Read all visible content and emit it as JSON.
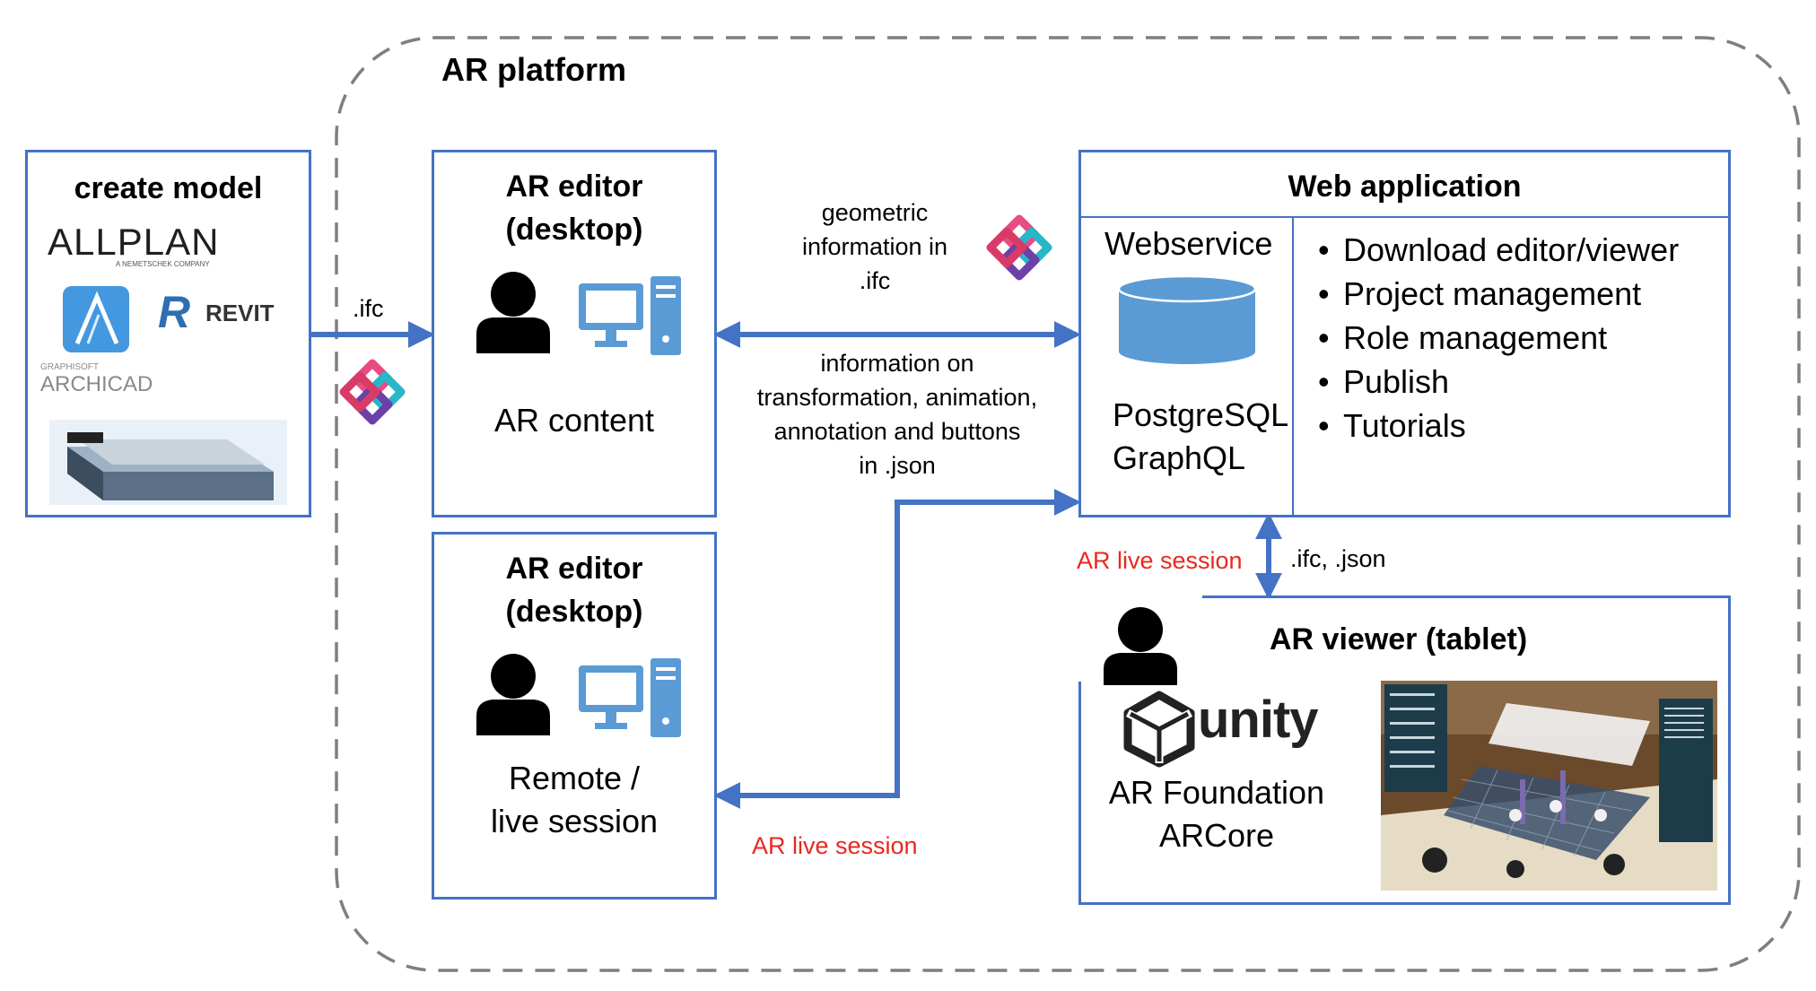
{
  "platform": {
    "title": "AR platform"
  },
  "create_model": {
    "title": "create model",
    "logos": {
      "allplan": "ALLPLAN",
      "allplan_sub": "A NEMETSCHEK COMPANY",
      "revit": "REVIT",
      "revit_letter": "R",
      "archicad_sub": "GRAPHISOFT",
      "archicad": "ARCHICAD"
    }
  },
  "editor_top": {
    "title_line1": "AR editor",
    "title_line2": "(desktop)",
    "body": "AR content"
  },
  "editor_bottom": {
    "title_line1": "AR editor",
    "title_line2": "(desktop)",
    "body_line1": "Remote /",
    "body_line2": "live session"
  },
  "web_app": {
    "title": "Web application",
    "webservice": "Webservice",
    "db_line1": "PostgreSQL",
    "db_line2": "GraphQL",
    "features": [
      "Download editor/viewer",
      "Project management",
      "Role management",
      "Publish",
      "Tutorials"
    ]
  },
  "viewer": {
    "title": "AR viewer (tablet)",
    "unity": "unity",
    "foundation_line1": "AR Foundation",
    "foundation_line2": "ARCore"
  },
  "arrows": {
    "ifc": ".ifc",
    "geo_line1": "geometric",
    "geo_line2": "information in",
    "geo_line3": ".ifc",
    "info_line1": "information on",
    "info_line2": "transformation, animation,",
    "info_line3": "annotation and buttons",
    "info_line4": "in .json",
    "live_bottom": "AR live session",
    "live_right": "AR live session",
    "ifc_json": ".ifc, .json"
  },
  "colors": {
    "box_border": "#4472c4",
    "arrow": "#4472c4",
    "dashed_border": "#7f7f7f",
    "live_text": "#e8281e",
    "database": "#5b9bd5"
  },
  "icons": [
    "ifc-logo-icon",
    "user-icon",
    "desktop-computer-icon",
    "database-icon",
    "unity-logo-icon",
    "revit-icon",
    "archicad-icon"
  ]
}
